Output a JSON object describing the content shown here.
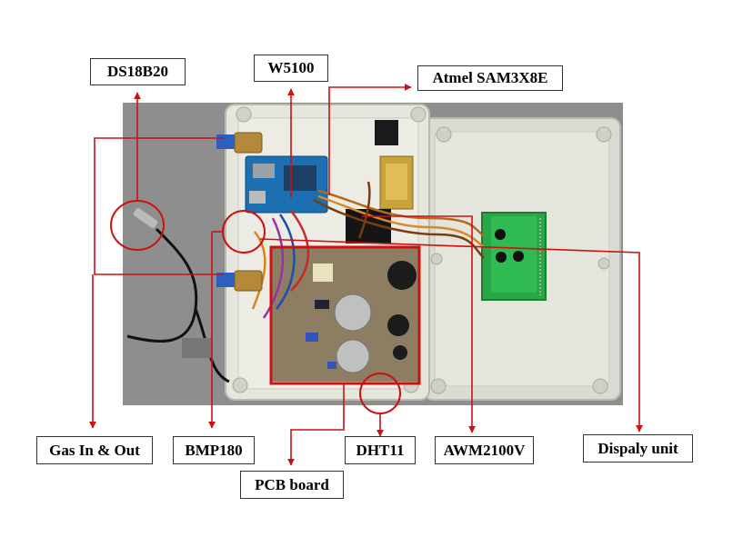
{
  "labels": {
    "ds18b20": "DS18B20",
    "w5100": "W5100",
    "atmel": "Atmel SAM3X8E",
    "gas": "Gas In & Out",
    "bmp180": "BMP180",
    "pcb": "PCB board",
    "dht11": "DHT11",
    "awm2100v": "AWM2100V",
    "display": "Dispaly unit"
  },
  "colors": {
    "annotation": "#cc1111",
    "enclosure": "#e6e6dc",
    "lid": "#d9dcd2",
    "background_table": "#8e8e8e",
    "board_blue": "#1c6fb0",
    "lcd_green": "#27a844"
  }
}
